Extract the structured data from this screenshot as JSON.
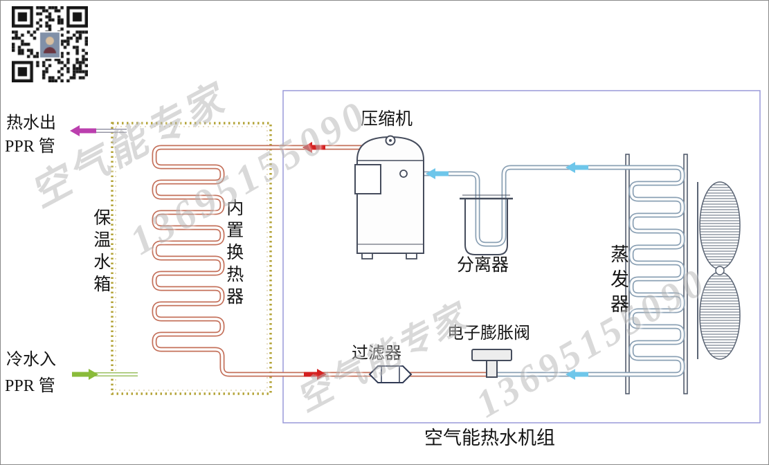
{
  "labels": {
    "hot_water_out": "热水出",
    "ppr_pipe": "PPR 管",
    "cold_water_in": "冷水入",
    "tank": "保温水箱",
    "inner_heat_exchanger": "内置换热器",
    "compressor": "压缩机",
    "separator": "分离器",
    "evaporator": "蒸发器",
    "expansion_valve": "电子膨胀阀",
    "filter": "过滤器",
    "unit": "空气能热水机组"
  },
  "watermarks": {
    "brand": "空气能专家",
    "phone": "13695155090"
  },
  "icons": {
    "qr_code": "qr-code-with-portrait-photo"
  },
  "colors": {
    "hot_arrow": "#d42020",
    "cold_arrow": "#6ec6ea",
    "hot_water_arrow": "#bb3fae",
    "cold_water_arrow": "#8abb3a",
    "hot_pipe": "#c4705a",
    "cold_pipe": "#8aa0b4",
    "tank_coil": "#d4703a",
    "tank_border": "#b4a438",
    "unit_box_border": "#9898d8"
  }
}
